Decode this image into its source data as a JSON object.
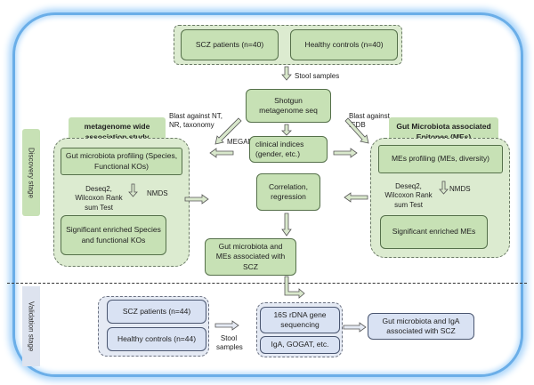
{
  "colors": {
    "frame": "#6aaee8",
    "green_box": "#c7e1b5",
    "blue_box": "#d9e2f3"
  },
  "discovery": {
    "stage_label": "Discovery stage",
    "scz": "SCZ patients (n=40)",
    "healthy": "Healthy controls (n=40)",
    "stool": "Stool samples",
    "shotgun": "Shotgun metagenome seq",
    "blast_nt": "Blast against NT, NR, taxonomy",
    "megan": "MEGAN5",
    "blast_iedb": "Blast against IEDB",
    "mwas": "metagenome wide association study",
    "me_title": "Gut Microbiota associated Epitopes (MEs)",
    "clinical": "clinical indices (gender, etc.)",
    "correlation": "Correlation, regression",
    "left": {
      "profiling": "Gut microbiota profiling (Species, Functional KOs)",
      "tests": "Deseq2, Wilcoxon Rank sum Test",
      "nmds": "NMDS",
      "significant": "Significant enriched Species and functional KOs"
    },
    "right": {
      "profiling": "MEs profiling (MEs, diversity)",
      "tests": "Deseq2, Wilcoxon Rank sum Test",
      "nmds": "NMDS",
      "significant": "Significant enriched MEs"
    },
    "result": "Gut microbiota and MEs associated with SCZ"
  },
  "validation": {
    "stage_label": "Validation stage",
    "scz": "SCZ patients (n=44)",
    "healthy": "Healthy controls (n=44)",
    "stool": "Stool samples",
    "seq": "16S rDNA gene sequencing",
    "iga": "IgA, GOGAT, etc.",
    "result": "Gut microbiota and IgA associated with SCZ"
  }
}
